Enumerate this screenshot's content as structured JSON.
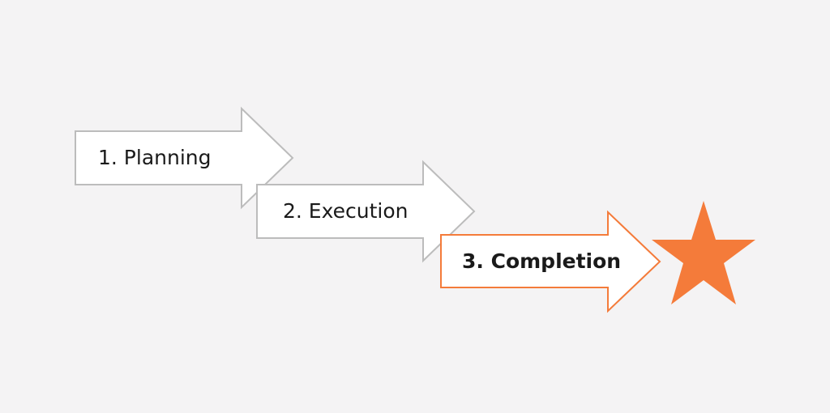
{
  "diagram": {
    "steps": [
      {
        "label": "1. Planning",
        "state": "done"
      },
      {
        "label": "2. Execution",
        "state": "done"
      },
      {
        "label": "3. Completion",
        "state": "current"
      }
    ],
    "end_marker": {
      "icon": "star-icon"
    },
    "colors": {
      "background": "#f4f3f4",
      "arrow_fill": "#ffffff",
      "arrow_stroke_default": "#bcbcbc",
      "arrow_stroke_current": "#f47b3a",
      "star": "#f47b3a",
      "text": "#1a1a1a"
    }
  }
}
